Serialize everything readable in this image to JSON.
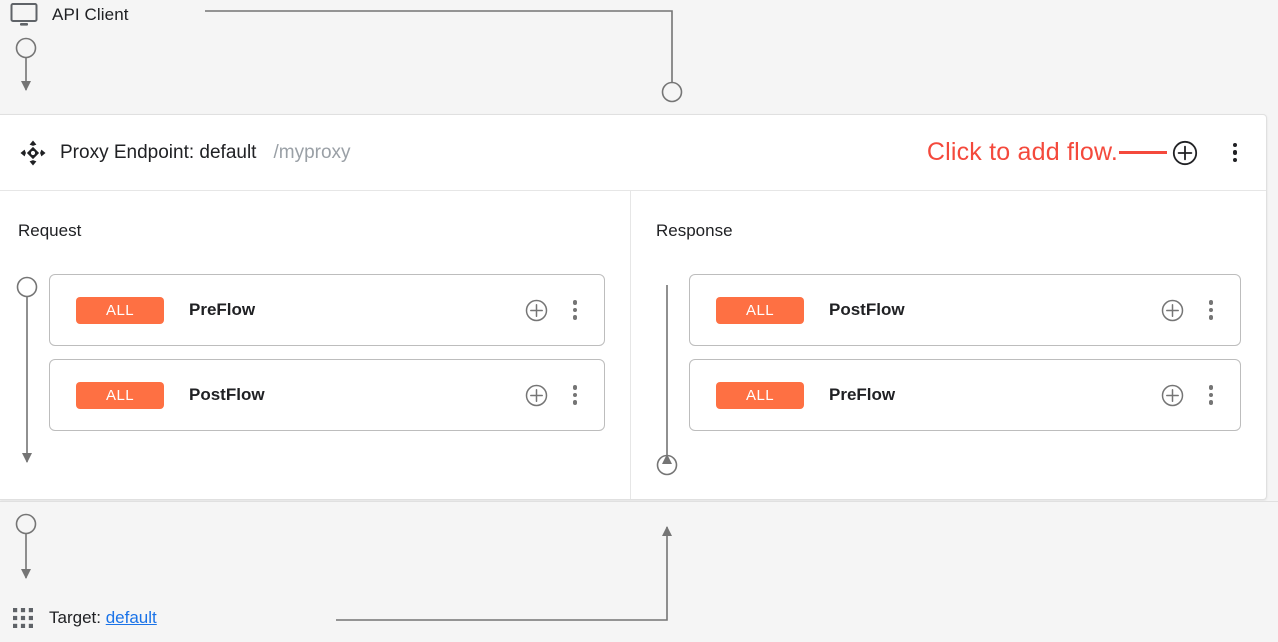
{
  "client": {
    "label": "API Client",
    "icon": "monitor-icon"
  },
  "proxy": {
    "move_icon": "move-handle-icon",
    "title": "Proxy Endpoint: default",
    "basepath": "/myproxy",
    "add_flow_icon": "plus-circle-icon",
    "menu_icon": "kebab-menu-icon",
    "annotation": {
      "text": "Click to add flow.",
      "color": "#f4493c"
    }
  },
  "columns": [
    {
      "title": "Request",
      "direction": "down",
      "cards": [
        {
          "badge": "ALL",
          "name": "PreFlow",
          "add_icon": "plus-circle-icon",
          "menu_icon": "kebab-menu-icon"
        },
        {
          "badge": "ALL",
          "name": "PostFlow",
          "add_icon": "plus-circle-icon",
          "menu_icon": "kebab-menu-icon"
        }
      ]
    },
    {
      "title": "Response",
      "direction": "up",
      "cards": [
        {
          "badge": "ALL",
          "name": "PostFlow",
          "add_icon": "plus-circle-icon",
          "menu_icon": "kebab-menu-icon"
        },
        {
          "badge": "ALL",
          "name": "PreFlow",
          "add_icon": "plus-circle-icon",
          "menu_icon": "kebab-menu-icon"
        }
      ]
    }
  ],
  "target": {
    "icon": "grid-apps-icon",
    "label": "Target:",
    "link": "default"
  },
  "colors": {
    "badge_orange": "#fe7043",
    "annotation_red": "#f4493c",
    "link_blue": "#1a73e8",
    "wire_gray": "#757575",
    "panel_bg": "#ffffff",
    "canvas_bg": "#f5f5f5"
  }
}
